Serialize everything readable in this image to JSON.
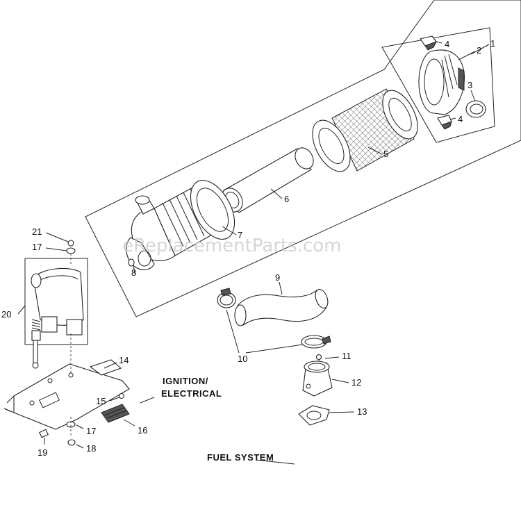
{
  "watermark": "eReplacementParts.com",
  "callouts": {
    "c1": "1",
    "c2": "2",
    "c3": "3",
    "c4a": "4",
    "c4b": "4",
    "c5": "5",
    "c6": "6",
    "c7": "7",
    "c8": "8",
    "c9": "9",
    "c10": "10",
    "c11": "11",
    "c12": "12",
    "c13": "13",
    "c14": "14",
    "c15": "15",
    "c16": "16",
    "c17a": "17",
    "c17b": "17",
    "c18": "18",
    "c19": "19",
    "c20": "20",
    "c21": "21"
  },
  "references": {
    "ignition_line1": "IGNITION/",
    "ignition_line2": "ELECTRICAL",
    "fuel": "FUEL SYSTEM"
  }
}
